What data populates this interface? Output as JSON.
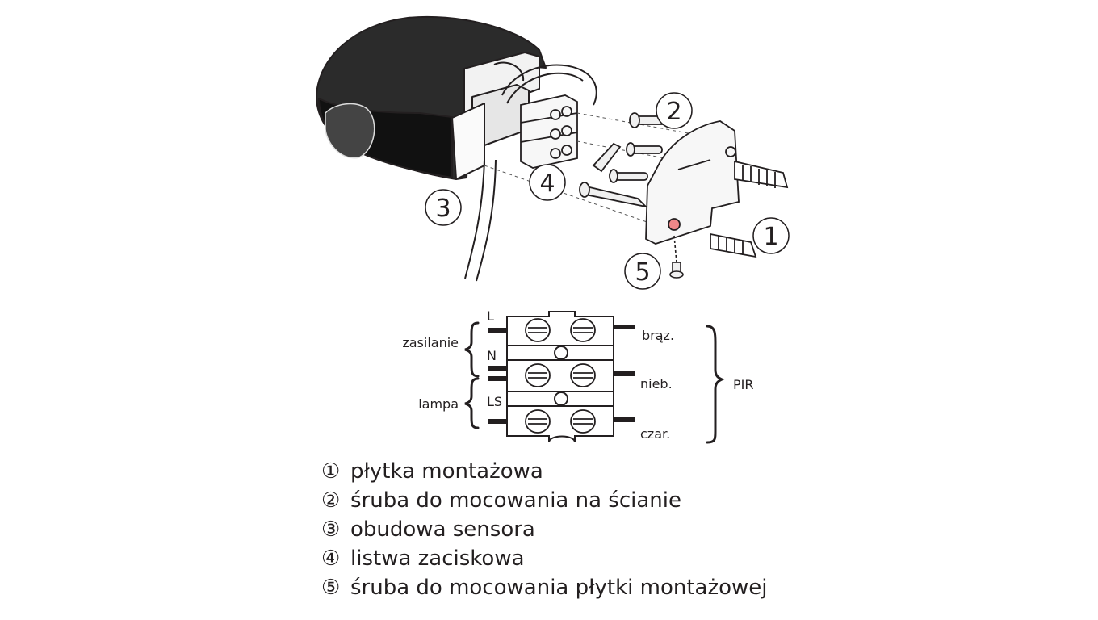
{
  "callouts": [
    "1",
    "2",
    "3",
    "4",
    "5"
  ],
  "wiring": {
    "group_supply": "zasilanie",
    "group_lamp": "lampa",
    "group_pir": "PIR",
    "term_l": "L",
    "term_n": "N",
    "term_ls": "LS",
    "wire_brown": "brąz.",
    "wire_blue": "nieb.",
    "wire_black": "czar."
  },
  "legend": [
    {
      "num": "①",
      "text": "płytka montażowa"
    },
    {
      "num": "②",
      "text": "śruba do mocowania na ścianie"
    },
    {
      "num": "③",
      "text": "obudowa sensora"
    },
    {
      "num": "④",
      "text": "listwa zaciskowa"
    },
    {
      "num": "⑤",
      "text": "śruba do mocowania płytki montażowej"
    }
  ]
}
